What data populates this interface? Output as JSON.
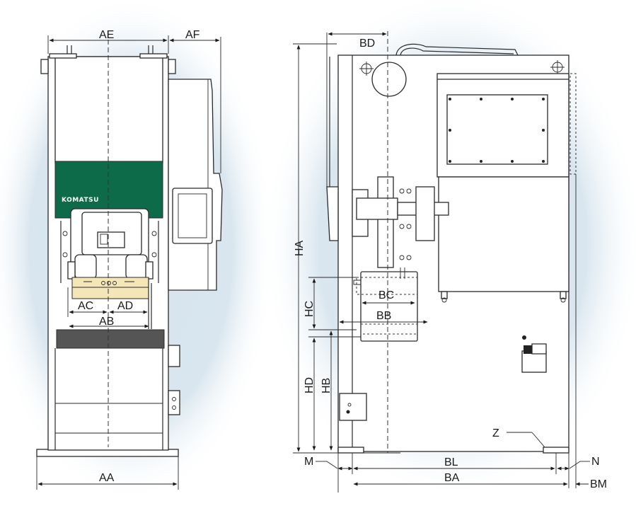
{
  "brand": {
    "logo_text": "KOMATSU",
    "panel_color": "#0d6b4a"
  },
  "colors": {
    "glow": "#c9dbe6",
    "bolster": "#f5e6b8",
    "table": "#555555"
  },
  "front_view": {
    "labels": {
      "AE": "AE",
      "AF": "AF",
      "AC": "AC",
      "AD": "AD",
      "AB": "AB",
      "AA": "AA"
    }
  },
  "side_view": {
    "labels": {
      "BD": "BD",
      "HA": "HA",
      "HC": "HC",
      "BC": "BC",
      "BB": "BB",
      "HD": "HD",
      "HB": "HB",
      "Z": "Z",
      "M": "M",
      "BL": "BL",
      "N": "N",
      "BA": "BA",
      "BM": "BM"
    }
  }
}
